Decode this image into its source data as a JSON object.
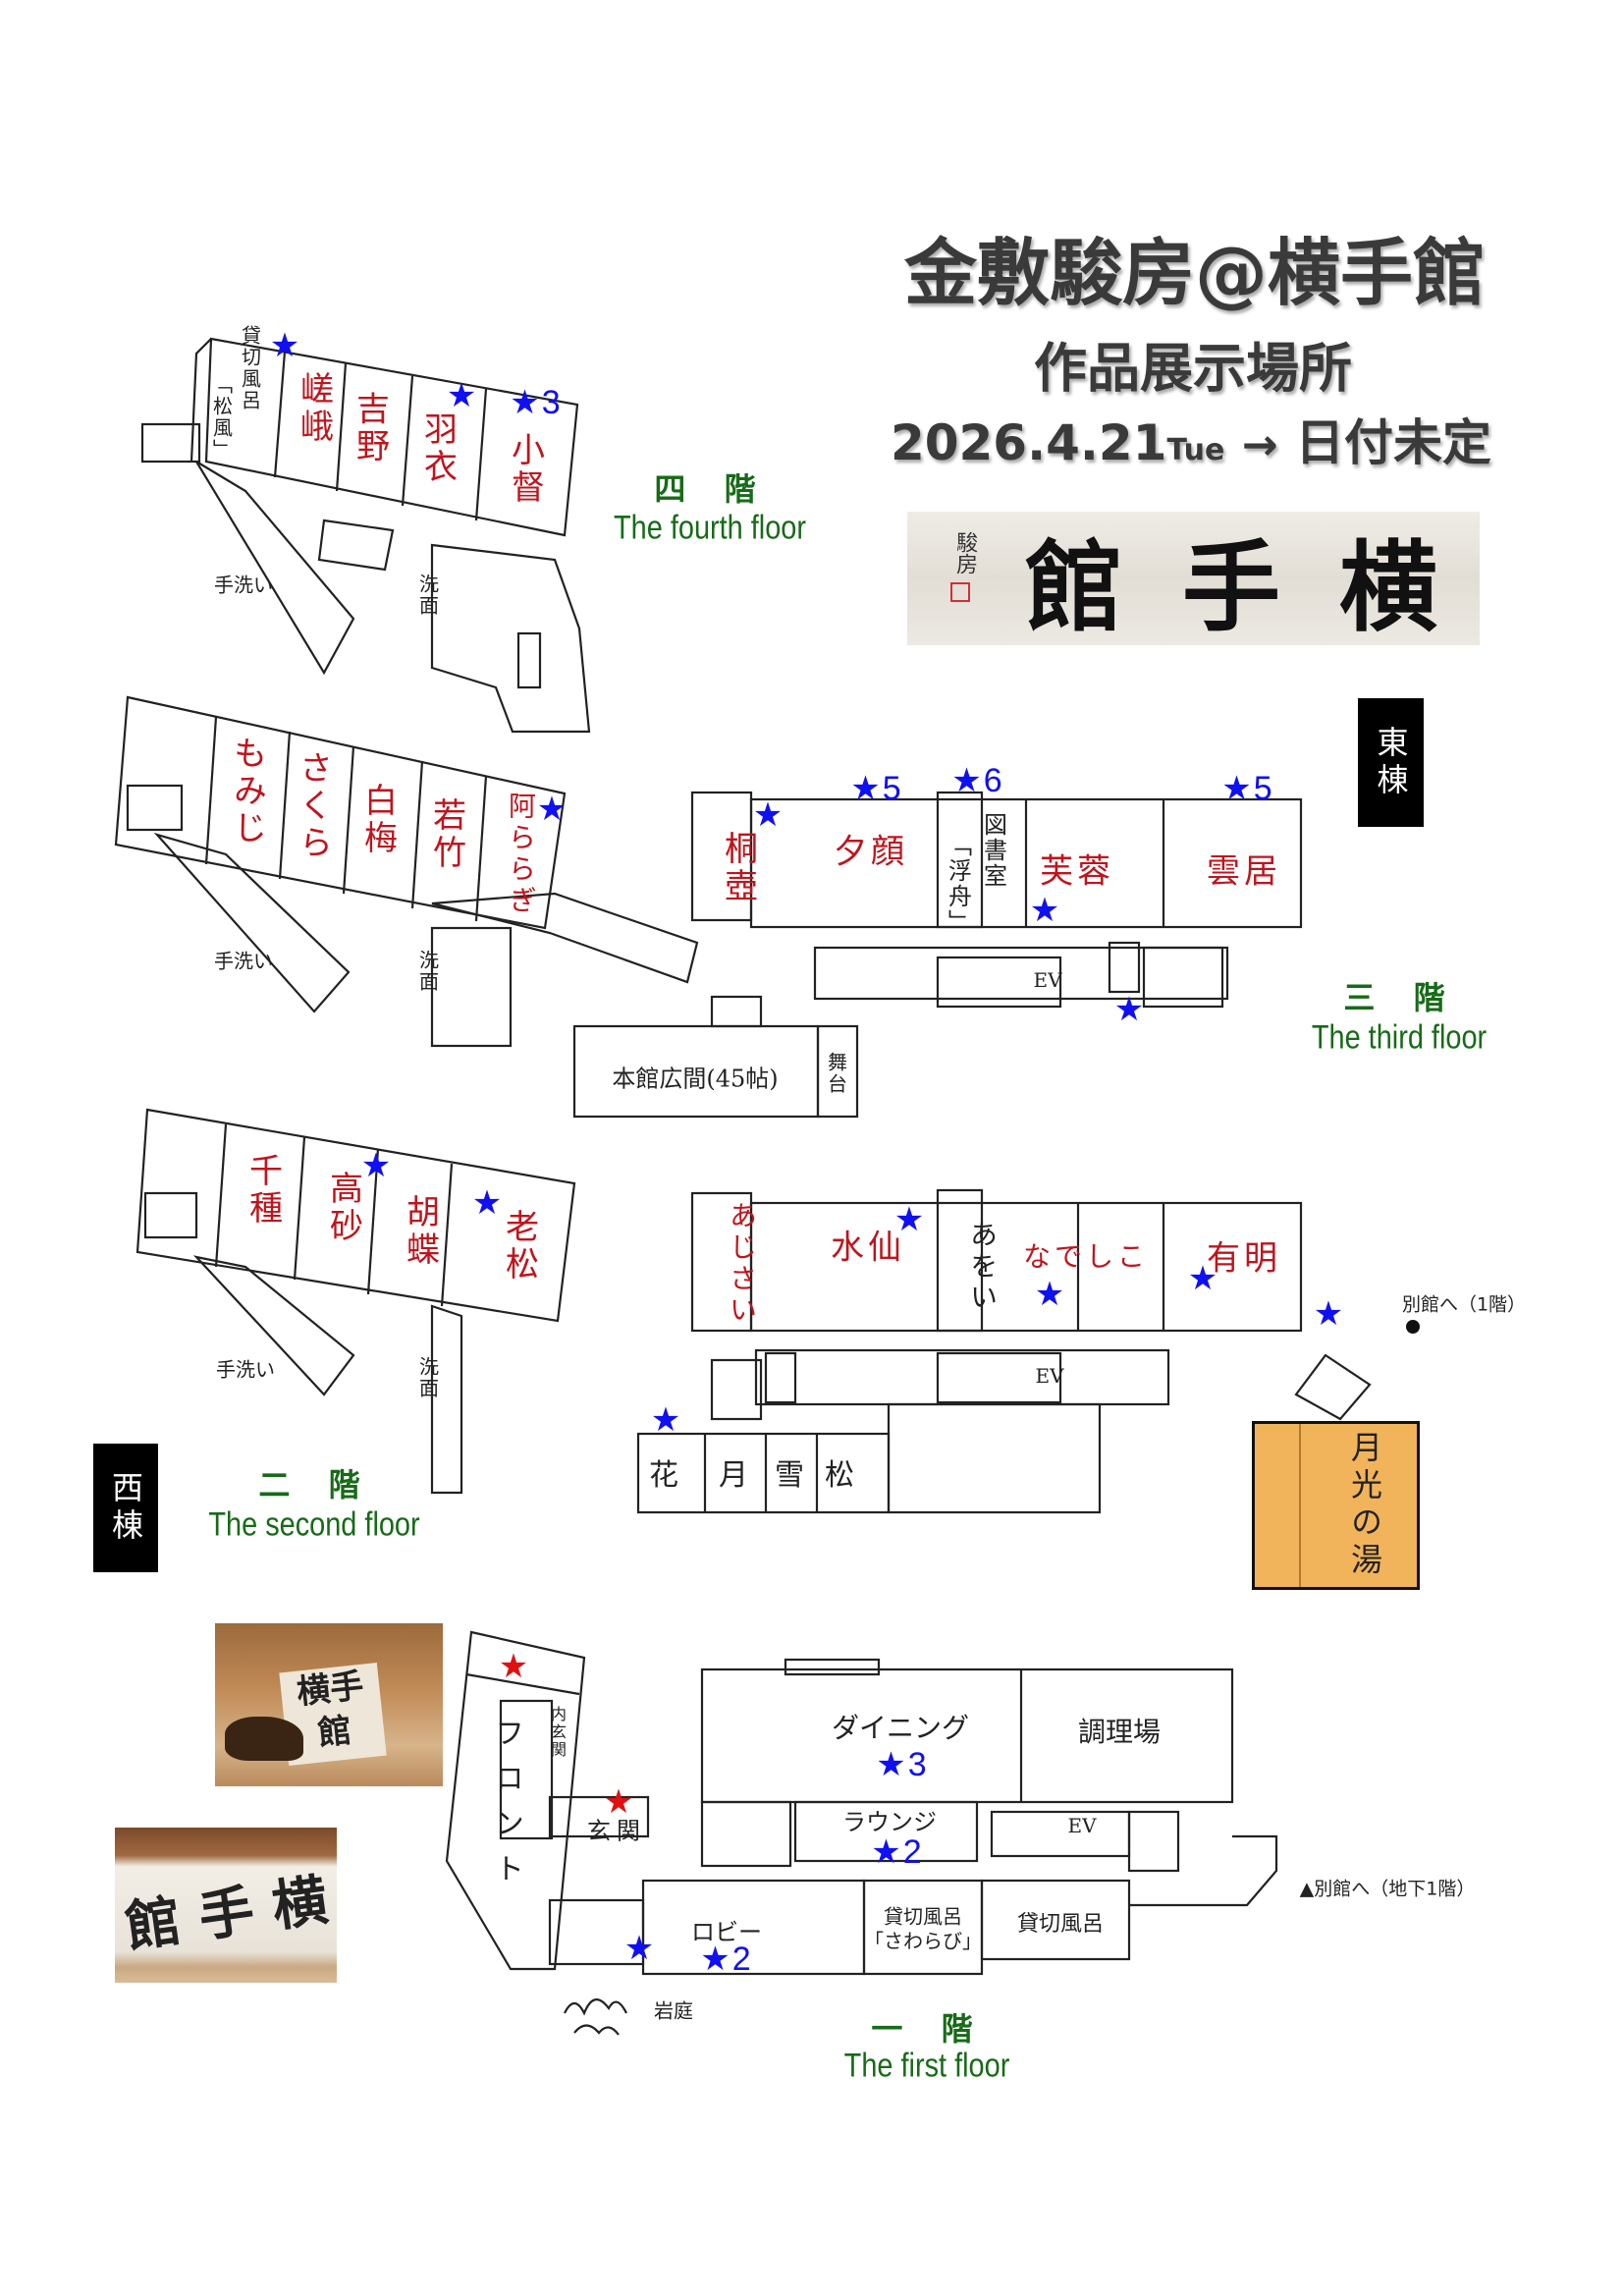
{
  "header": {
    "title": "金敷駿房@横手館",
    "subtitle": "作品展示場所",
    "date_main": "2026.4.21",
    "date_day": "Tue",
    "arrow": "→",
    "date_new": "日付未定"
  },
  "sign": {
    "chars": [
      "横",
      "手",
      "館"
    ],
    "signature": "駿房"
  },
  "wings": {
    "east": "東棟",
    "west": "西棟"
  },
  "floor4": {
    "jp": "四 階",
    "en": "The fourth floor",
    "rooms": [
      "嵯峨",
      "吉野",
      "羽衣",
      "小督"
    ],
    "bath": "貸切風呂",
    "bath_name": "「松風」",
    "washroom": "手洗い",
    "sink": "洗面",
    "star_count": "3"
  },
  "floor3": {
    "jp": "三 階",
    "en": "The third floor",
    "west_rooms": [
      "もみじ",
      "さくら",
      "白梅",
      "若竹",
      "阿ららぎ"
    ],
    "east_rooms": [
      "桐壺",
      "夕顔",
      "芙蓉",
      "雲居"
    ],
    "library": "図書室",
    "library_name": "「浮舟」",
    "hall": "本館広間(45帖)",
    "stage": "舞台",
    "washroom": "手洗い",
    "sink": "洗面",
    "ev": "EV",
    "star_counts": [
      "5",
      "6",
      "5"
    ]
  },
  "floor2": {
    "jp": "二 階",
    "en": "The second floor",
    "west_rooms": [
      "千種",
      "高砂",
      "胡蝶",
      "老松"
    ],
    "east_rooms": [
      "あじさい",
      "水仙",
      "あをい",
      "なでしこ",
      "有明"
    ],
    "small_rooms": [
      "花",
      "月",
      "雪",
      "松"
    ],
    "bath": "月光の湯",
    "annex": "別館へ（1階）",
    "washroom": "手洗い",
    "sink": "洗面",
    "ev": "EV"
  },
  "floor1": {
    "jp": "一 階",
    "en": "The first floor",
    "front": "フロント",
    "inner_entrance": "内玄関",
    "entrance": "玄関",
    "dining": "ダイニング",
    "kitchen": "調理場",
    "lounge": "ラウンジ",
    "lobby": "ロビー",
    "bath1": "貸切風呂",
    "bath1_name": "「さわらび」",
    "bath2": "貸切風呂",
    "annex": "▲別館へ（地下1階）",
    "rock_garden": "岩庭",
    "ev": "EV",
    "star_counts": {
      "dining": "3",
      "lounge": "2",
      "lobby": "2"
    }
  },
  "photos": {
    "horse_sign_chars": [
      "横",
      "手",
      "館"
    ],
    "banner_chars": [
      "横",
      "手",
      "館"
    ]
  },
  "colors": {
    "room_label": "#c0141c",
    "star": "#1010f0",
    "star_red": "#e01010",
    "floor_label": "#176b17",
    "bath_fill": "#f2b45a"
  }
}
